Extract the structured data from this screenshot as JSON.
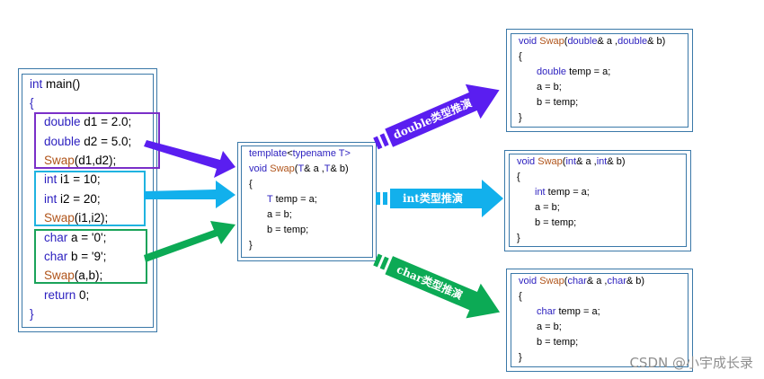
{
  "main_code": {
    "l1_kw": "int",
    "l1_rest": " main()",
    "l2": "{",
    "l3_kw": "double",
    "l3_rest": " d1 = 2.0;",
    "l4_kw": "double",
    "l4_rest": " d2 = 5.0;",
    "l5_fn": "Swap",
    "l5_rest": "(d1,d2);",
    "l6_kw": "int",
    "l6_rest": " i1 = 10;",
    "l7_kw": "int",
    "l7_rest": " i2 = 20;",
    "l8_fn": "Swap",
    "l8_rest": "(i1,i2);",
    "l9_kw": "char",
    "l9_rest": " a = '0';",
    "l10_kw": "char",
    "l10_rest": " b = '9';",
    "l11_fn": "Swap",
    "l11_rest": "(a,b);",
    "l12_kw": "return",
    "l12_rest": " 0;",
    "l13": "}"
  },
  "template_code": {
    "l1_kw": "template",
    "l1_a": "<",
    "l1_kw2": "typename",
    "l1_b": " T>",
    "l2_kw": "void",
    "l2_fn": " Swap",
    "l2_a": "(",
    "l2_t1": "T",
    "l2_b": "& a ,",
    "l2_t2": "T",
    "l2_c": "& b)",
    "l3": "{",
    "l4_t": "T",
    "l4_rest": " temp = a;",
    "l5": "a = b;",
    "l6": "b = temp;",
    "l7": "}"
  },
  "double_fn": {
    "l1_kw": "void",
    "l1_fn": " Swap",
    "l1_a": "(",
    "l1_t1": "double",
    "l1_b": "& a ,",
    "l1_t2": "double",
    "l1_c": "& b)",
    "l2": "{",
    "l3_t": "double",
    "l3_rest": " temp = a;",
    "l4": "a = b;",
    "l5": "b = temp;",
    "l6": "}"
  },
  "int_fn": {
    "l1_kw": "void",
    "l1_fn": " Swap",
    "l1_a": "(",
    "l1_t1": "int",
    "l1_b": "& a ,",
    "l1_t2": "int",
    "l1_c": "& b)",
    "l2": "{",
    "l3_t": "int",
    "l3_rest": " temp = a;",
    "l4": "a = b;",
    "l5": "b = temp;",
    "l6": "}"
  },
  "char_fn": {
    "l1_kw": "void",
    "l1_fn": " Swap",
    "l1_a": "(",
    "l1_t1": "char",
    "l1_b": "& a ,",
    "l1_t2": "char",
    "l1_c": "& b)",
    "l2": "{",
    "l3_t": "char",
    "l3_rest": " temp = a;",
    "l4": "a = b;",
    "l5": "b = temp;",
    "l6": "}"
  },
  "labels": {
    "double_label": "double类型推演",
    "int_label": "int类型推演",
    "char_label": "char类型推演"
  },
  "colors": {
    "double_arrow": "#5a1ef0",
    "int_arrow": "#12b0ec",
    "char_arrow": "#0caa55",
    "double_group": "#7a2fc8",
    "int_group": "#1fb3e0",
    "char_group": "#1aa35a"
  },
  "watermark": "CSDN @小宇成长录"
}
